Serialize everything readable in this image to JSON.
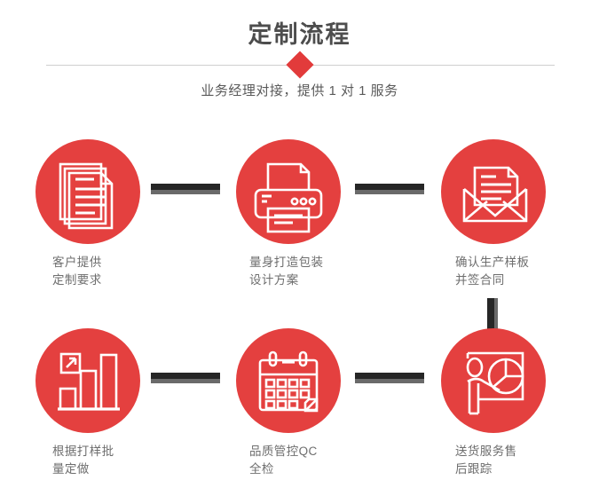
{
  "header": {
    "title": "定制流程",
    "subtitle": "业务经理对接，提供 1 对 1 服务",
    "accent_color": "#e23b3b",
    "title_color": "#4d4d4d",
    "divider_color": "#cfcfcf",
    "diamond_icon": "diamond-marker"
  },
  "palette": {
    "circle_red": "#e4403f",
    "connector_dark": "#262626",
    "connector_shadow": "#6a6a6a",
    "caption_gray": "#6e6e6e",
    "background": "#ffffff"
  },
  "steps": [
    {
      "index": 1,
      "icon": "documents-stack-icon",
      "caption_line1": "客户提供",
      "caption_line2": "定制要求"
    },
    {
      "index": 2,
      "icon": "printer-icon",
      "caption_line1": "量身打造包装",
      "caption_line2": "设计方案"
    },
    {
      "index": 3,
      "icon": "envelope-document-icon",
      "caption_line1": "确认生产样板",
      "caption_line2": "并签合同"
    },
    {
      "index": 4,
      "icon": "bar-chart-growth-icon",
      "caption_line1": "根据打样批",
      "caption_line2": "量定做"
    },
    {
      "index": 5,
      "icon": "calendar-icon",
      "caption_line1": "品质管控QC",
      "caption_line2": "全检"
    },
    {
      "index": 6,
      "icon": "presentation-piechart-person-icon",
      "caption_line1": "送货服务售",
      "caption_line2": "后跟踪"
    }
  ],
  "connectors": [
    {
      "name": "connector-step1-step2",
      "orientation": "horizontal"
    },
    {
      "name": "connector-step2-step3",
      "orientation": "horizontal"
    },
    {
      "name": "connector-step3-step6",
      "orientation": "vertical"
    },
    {
      "name": "connector-step4-step5",
      "orientation": "horizontal"
    },
    {
      "name": "connector-step5-step6",
      "orientation": "horizontal"
    }
  ]
}
